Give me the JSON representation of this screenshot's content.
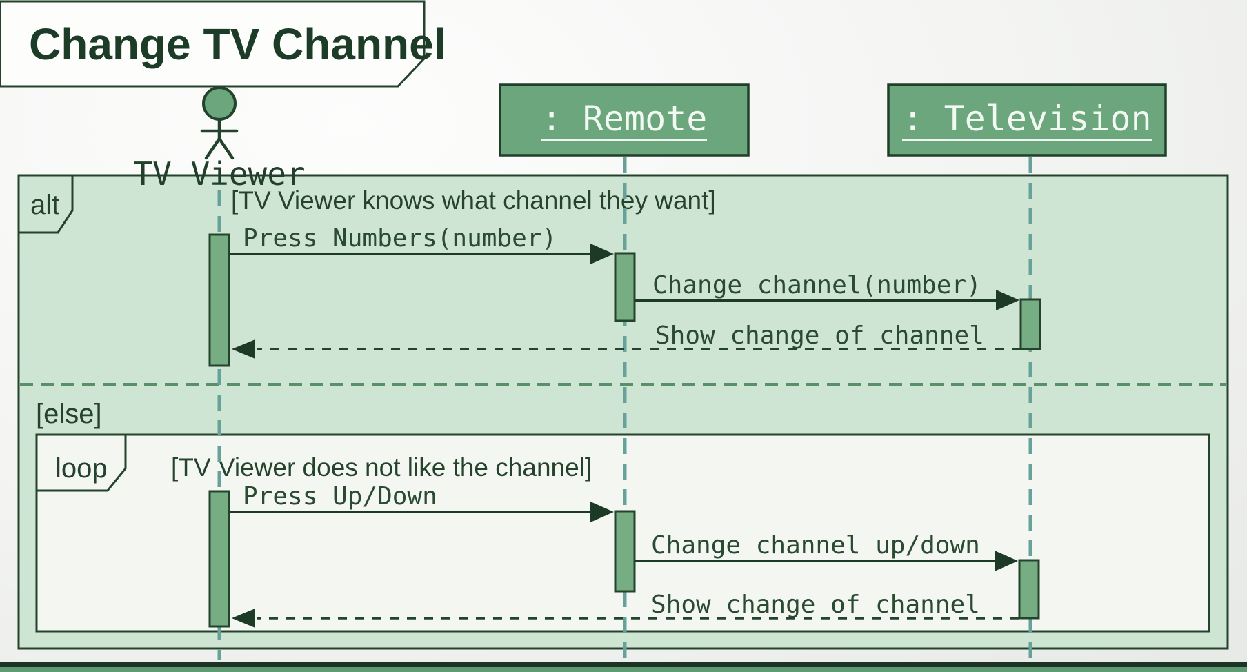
{
  "title": "Change TV Channel",
  "actor": {
    "label": "TV Viewer"
  },
  "participants": [
    {
      "label": ": Remote"
    },
    {
      "label": ": Television"
    }
  ],
  "alt_fragment": {
    "operator": "alt",
    "guard": "[TV Viewer knows what channel they want]",
    "else_label": "[else]"
  },
  "loop_fragment": {
    "operator": "loop",
    "guard": "[TV Viewer does not like the channel]"
  },
  "messages": [
    {
      "label": "Press Numbers(number)",
      "from": "TV Viewer",
      "to": "Remote",
      "type": "sync"
    },
    {
      "label": "Change channel(number)",
      "from": "Remote",
      "to": "Television",
      "type": "sync"
    },
    {
      "label": "Show change of channel",
      "from": "Television",
      "to": "TV Viewer",
      "type": "return"
    },
    {
      "label": "Press Up/Down",
      "from": "TV Viewer",
      "to": "Remote",
      "type": "sync"
    },
    {
      "label": "Change channel up/down",
      "from": "Remote",
      "to": "Television",
      "type": "sync"
    },
    {
      "label": "Show change of channel",
      "from": "Television",
      "to": "TV Viewer",
      "type": "return"
    }
  ],
  "colors": {
    "dark_green_border": "#24432c",
    "title_text": "#1d3c27",
    "message_text": "#2a4a31",
    "participant_green": "#6ba67c",
    "activation_green": "#77ad83",
    "alt_fill": "#cfe5d3",
    "loop_fill": "#f4f6f2",
    "lifeline_teal": "#67a29a",
    "else_divider_green": "#579069",
    "name_text": "#f2f8f2",
    "bottom_band_green": "#5f9b72",
    "bottom_band_dark": "#1d3324"
  }
}
